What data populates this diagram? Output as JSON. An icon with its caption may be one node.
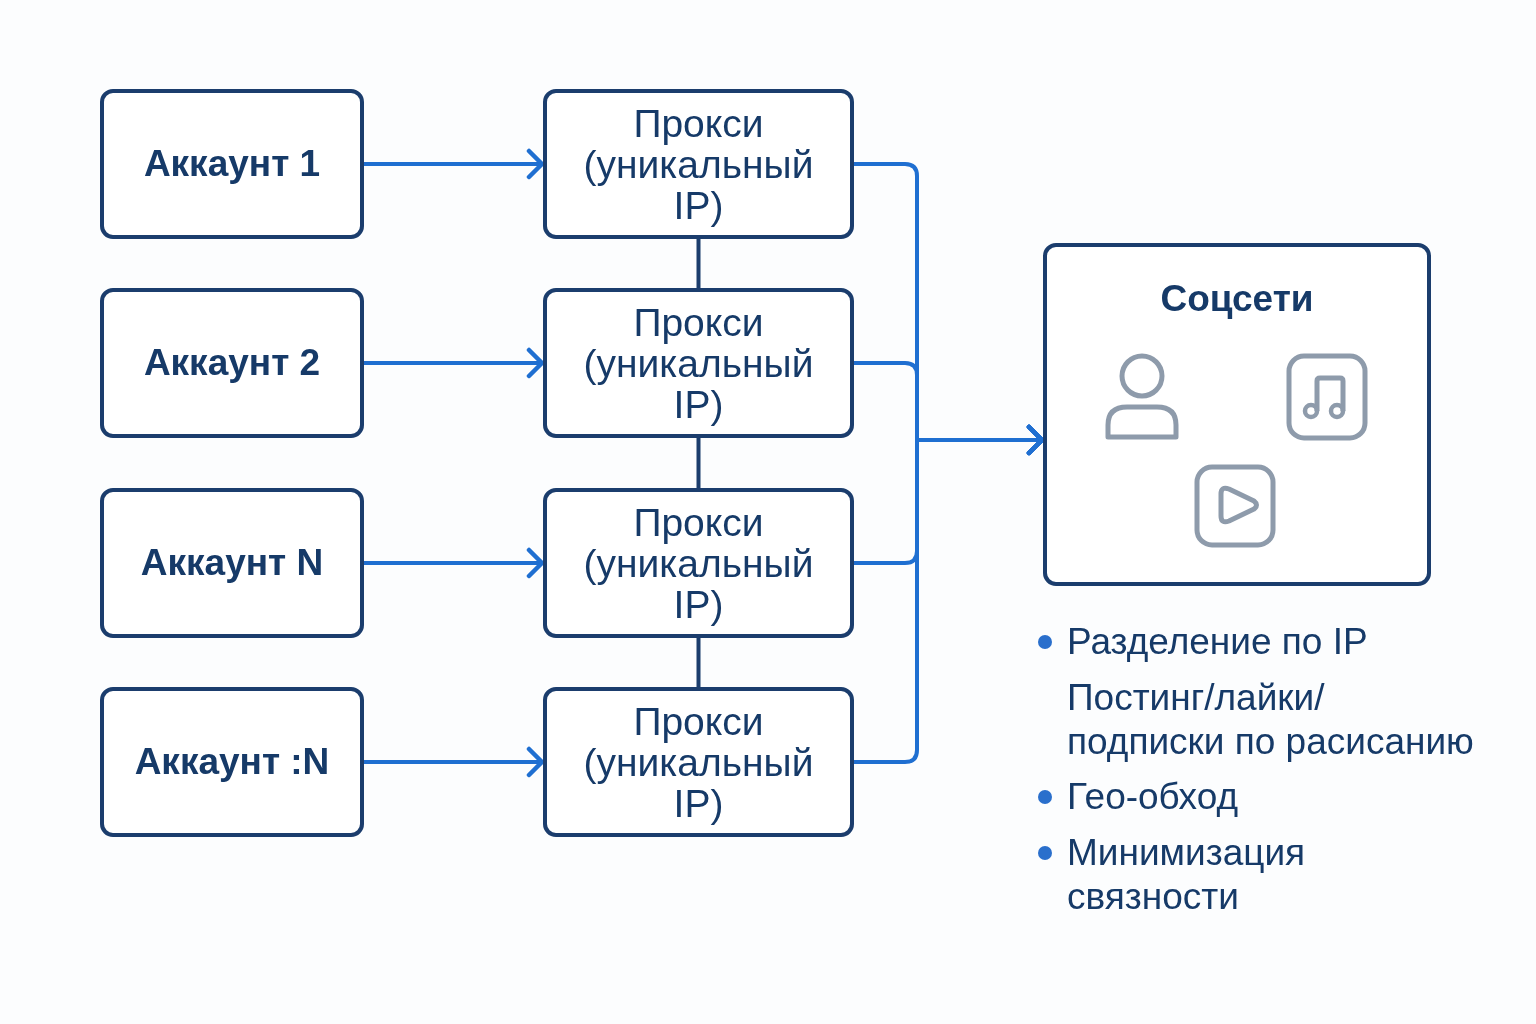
{
  "diagram": {
    "nodes": [
      {
        "text": [
          "Аккаунт 1"
        ]
      },
      {
        "text": [
          "Аккаунт 2"
        ]
      },
      {
        "text": [
          "Аккаунт N"
        ]
      },
      {
        "text": [
          "Аккаунт :N"
        ]
      },
      {
        "text": [
          "Прокси (уникальный IP)"
        ]
      },
      {
        "text": [
          "Прокси (уникальный IP)"
        ]
      },
      {
        "text": [
          "Прокси (уникальный IP)"
        ]
      },
      {
        "text": [
          "Прокси (уникальный IP)"
        ]
      },
      {
        "text": [
          "Соцсети"
        ]
      }
    ],
    "edges": [
      {
        "from": 0,
        "to": 4,
        "arrow": "to"
      },
      {
        "from": 1,
        "to": 5,
        "arrow": "to"
      },
      {
        "from": 2,
        "to": 6,
        "arrow": "to"
      },
      {
        "from": 3,
        "to": 7,
        "arrow": "to"
      },
      {
        "from": 4,
        "to": 5,
        "arrow": "none",
        "color": "#1b3d6d"
      },
      {
        "from": 5,
        "to": 6,
        "arrow": "none",
        "color": "#1b3d6d"
      },
      {
        "from": 6,
        "to": 7,
        "arrow": "none",
        "color": "#1b3d6d"
      },
      {
        "from": 4,
        "to": 8,
        "arrow": "to"
      },
      {
        "from": 5,
        "to": 8,
        "arrow": "to"
      },
      {
        "from": 6,
        "to": 8,
        "arrow": "to"
      },
      {
        "from": 7,
        "to": 8,
        "arrow": "to"
      }
    ],
    "labels": [
      "Разделение по IP",
      "Постинг/лайки/ подписки по расисанию",
      "Гео-обход",
      "Минимизация связности"
    ]
  }
}
